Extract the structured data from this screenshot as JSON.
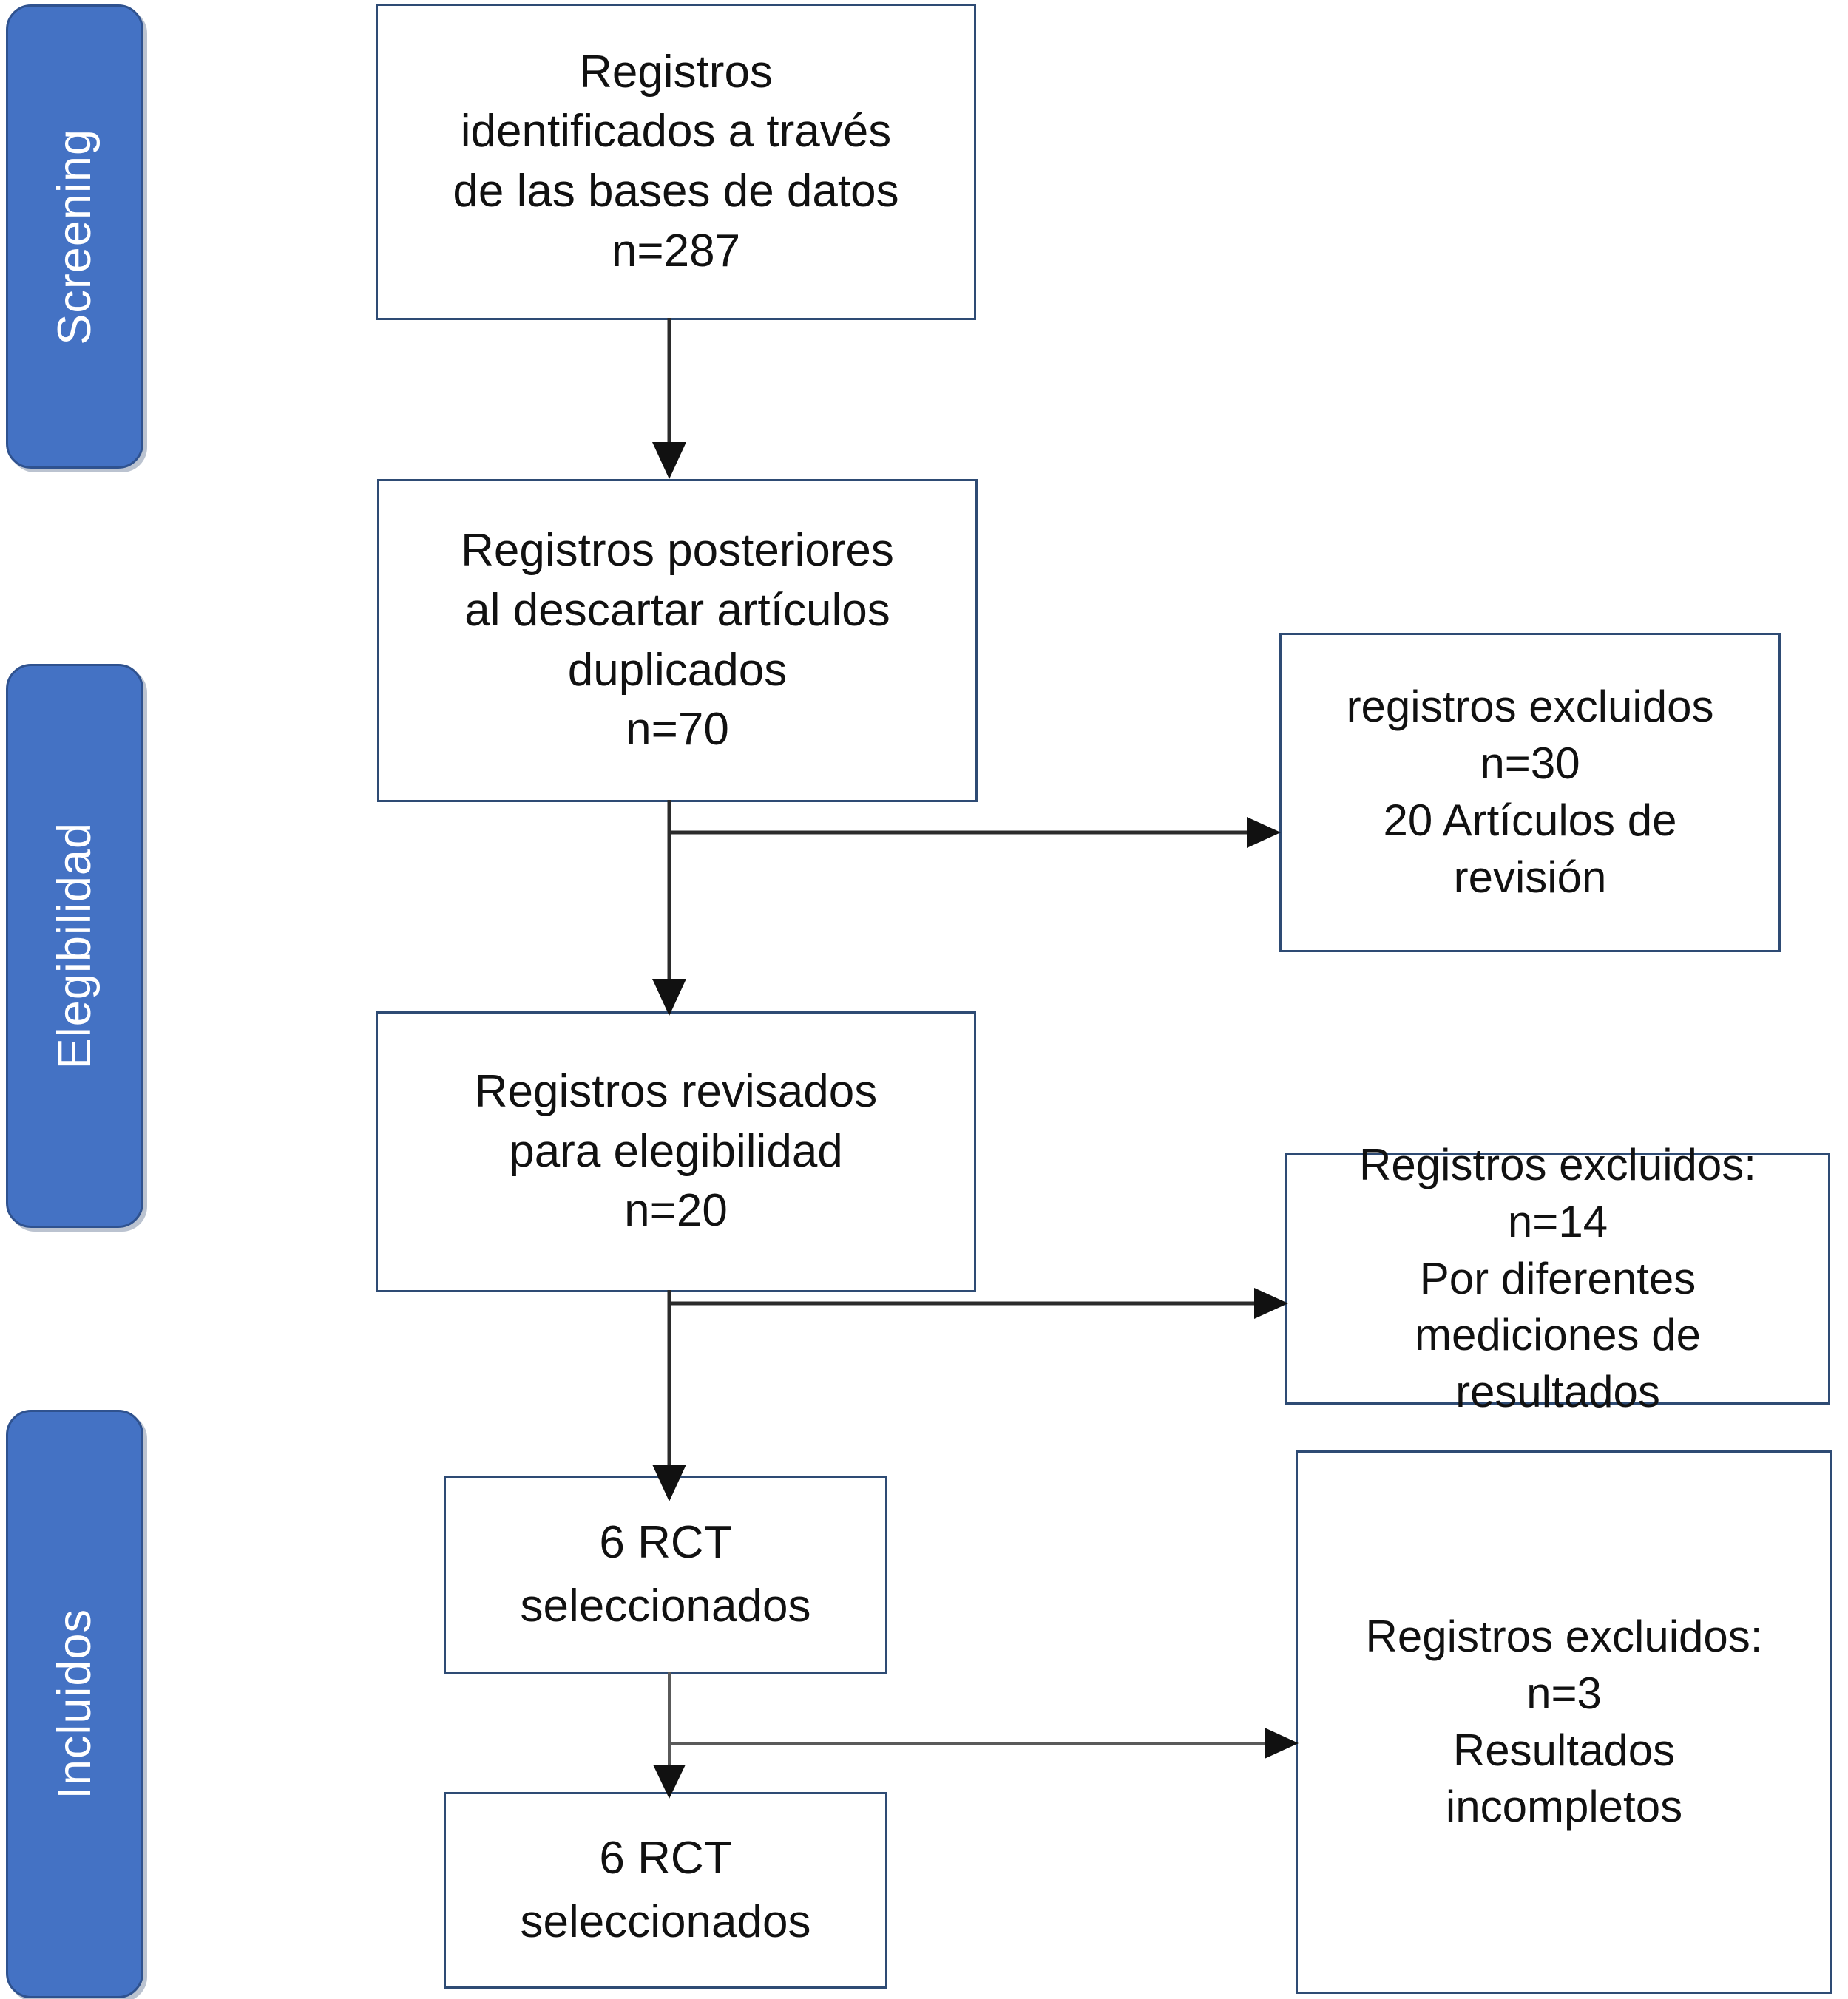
{
  "diagram": {
    "type": "prisma-flow-diagram",
    "language": "es",
    "stages": [
      {
        "id": "screening",
        "label": "Screening"
      },
      {
        "id": "elegibilidad",
        "label": "Elegibilidad"
      },
      {
        "id": "incluidos",
        "label": "Incluidos"
      }
    ],
    "colors": {
      "stage_fill": "#4472C4",
      "stage_border": "#2F528F",
      "stage_text": "#FFFFFF",
      "node_border": "#2E4B74",
      "node_fill": "#FFFFFF",
      "node_text": "#111111",
      "connector": "#2B2B2B"
    },
    "nodes": {
      "identified": {
        "lines": [
          "Registros",
          "identificados a través",
          "de las bases de datos",
          "n=287"
        ],
        "n": 287
      },
      "after_duplicates": {
        "lines": [
          "Registros posteriores",
          "al descartar artículos",
          "duplicados",
          "n=70"
        ],
        "n": 70
      },
      "screened": {
        "lines": [
          "Registros revisados",
          "para elegibilidad",
          "n=20"
        ],
        "n": 20
      },
      "rct_selected_1": {
        "lines": [
          "6 RCT",
          "seleccionados"
        ],
        "n": 6
      },
      "rct_selected_2": {
        "lines": [
          "6 RCT",
          "seleccionados"
        ],
        "n": 6
      },
      "excluded_1": {
        "lines": [
          "registros excluidos",
          "n=30",
          "20  Artículos de",
          "revisión"
        ],
        "n": 30
      },
      "excluded_2": {
        "lines": [
          "Registros excluidos:",
          "n=14",
          "Por diferentes",
          "mediciones de",
          "resultados"
        ],
        "n": 14
      },
      "excluded_3": {
        "lines": [
          "Registros excluidos:",
          "n=3",
          "Resultados",
          "incompletos"
        ],
        "n": 3
      }
    }
  }
}
